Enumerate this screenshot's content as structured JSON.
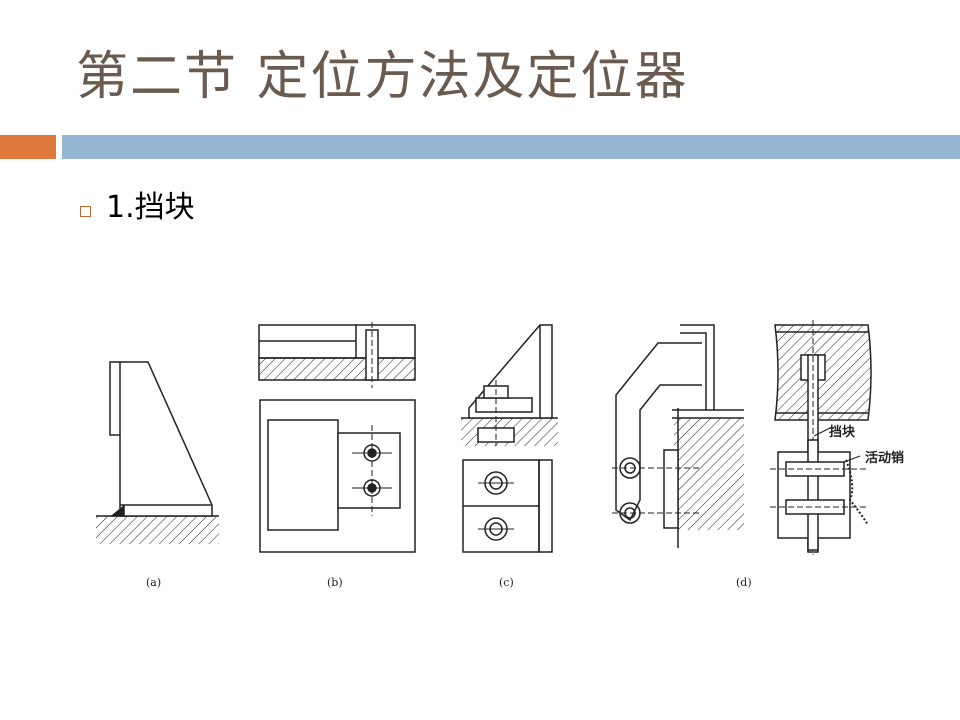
{
  "slide": {
    "title": "第二节  定位方法及定位器",
    "bullet": "1.挡块"
  },
  "figure": {
    "captions": [
      "(a)",
      "(b)",
      "(c)",
      "(d)"
    ],
    "labels": {
      "stop_block": "挡块",
      "movable_pin": "活动销"
    }
  },
  "colors": {
    "title": "#6b5a4e",
    "accent_orange": "#e0773c",
    "accent_blue": "#94b6d2",
    "bullet": "#c0682f"
  }
}
